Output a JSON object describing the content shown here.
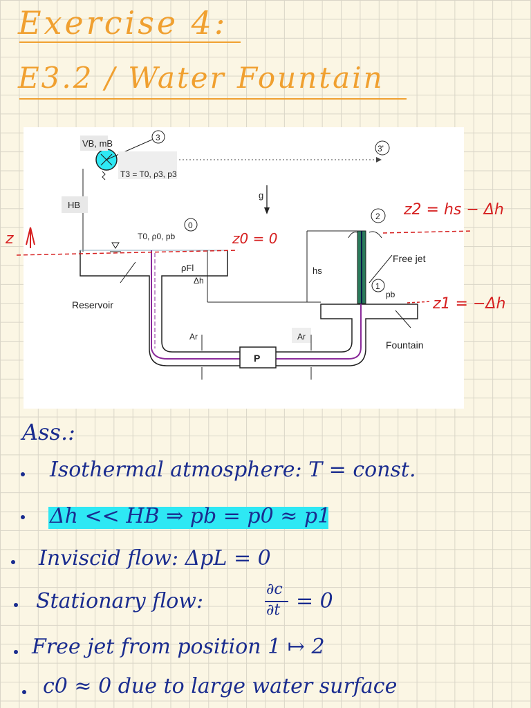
{
  "header": {
    "title": "Exercise 4:",
    "subtitle": "E3.2 / Water Fountain"
  },
  "figure": {
    "label_vb_mb": "VB, mB",
    "label_t3": "T3 = T0, ρ3, p3",
    "label_hb": "HB",
    "label_g": "g",
    "label_t0": "T0, ρ0, pb",
    "label_rho_fl": "ρFl",
    "label_dh": "Δh",
    "label_reservoir": "Reservoir",
    "label_ar_left": "Ar",
    "label_ar_right": "Ar",
    "label_pump": "P",
    "label_hs": "hs",
    "label_free_jet": "Free jet",
    "label_pb": "pb",
    "label_fountain": "Fountain",
    "point_0": "0",
    "point_1": "1",
    "point_2": "2",
    "point_3": "3",
    "point_3prime": "3'",
    "note_z": "z",
    "note_z0": "z0 = 0",
    "note_z2": "z2 = hs − Δh",
    "note_z1": "z1 = −Δh"
  },
  "notes": {
    "heading": "Ass.:",
    "items": [
      "Isothermal atmosphere: T = const.",
      "Δh << HB ⇒ pb = p0 ≈ p1",
      "Inviscid flow: ΔpL = 0",
      "Stationary flow:",
      "Free jet from position 1 ↦ 2",
      "c0 ≈ 0 due to large water surface"
    ],
    "fraction_num": "∂c",
    "fraction_den": "∂t",
    "fraction_rhs": "= 0"
  },
  "colors": {
    "title": "#f0a030",
    "ink": "#1a2c8f",
    "annotation": "#d62020",
    "highlight": "#2ee8f4",
    "pipe_trace": "#8a2a9a"
  }
}
